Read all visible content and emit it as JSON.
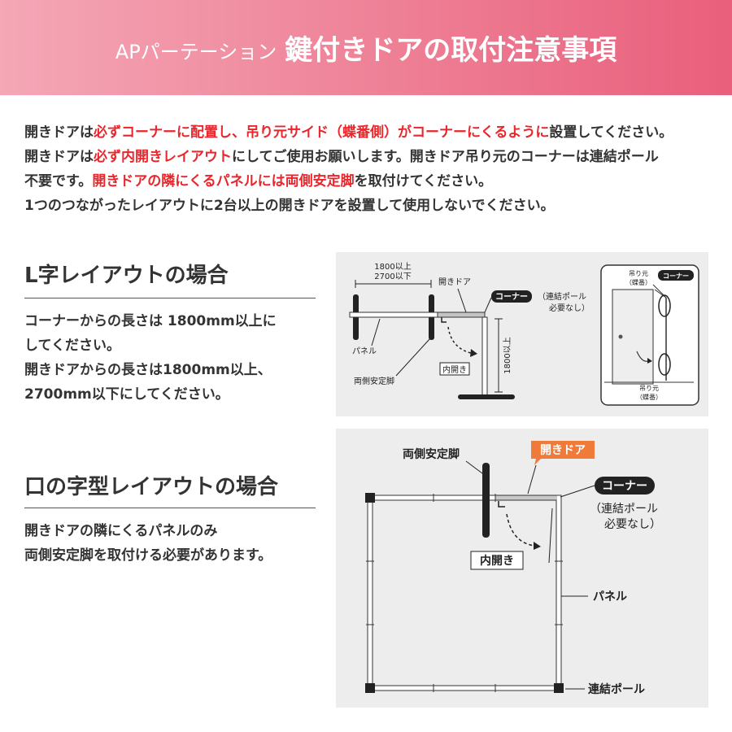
{
  "header": {
    "title_small": "APパーテーション",
    "title_large": "鍵付きドアの取付注意事項"
  },
  "intro": {
    "line1": {
      "a": "開きドアは",
      "b": "必ずコーナーに配置し、吊り元サイド（蝶番側）がコーナーにくるように",
      "c": "設置してください。"
    },
    "line2": {
      "a": "開きドアは",
      "b": "必ず内開きレイアウト",
      "c": "にしてご使用お願いします。開きドア吊り元のコーナーは連結ポール"
    },
    "line3": {
      "a": "不要です。",
      "b": "開きドアの隣にくるパネルには両側安定脚",
      "c": "を取付けてください。"
    },
    "line4": "1つのつながったレイアウトに2台以上の開きドアを設置して使用しないでください。"
  },
  "section_l": {
    "title": "L字レイアウトの場合",
    "lines": [
      "コーナーからの長さは 1800mm以上に",
      "してください。",
      "開きドアからの長さは1800mm以上、",
      "2700mm以下にしてください。"
    ]
  },
  "section_square": {
    "title": "口の字型レイアウトの場合",
    "lines": [
      "開きドアの隣にくるパネルのみ",
      "両側安定脚を取付ける必要があります。"
    ]
  },
  "diagram_l": {
    "dim_min": "1800以上",
    "dim_max": "2700以下",
    "door": "開きドア",
    "corner": "コーナー",
    "corner_note_1": "（連結ポール",
    "corner_note_2": "必要なし）",
    "panel": "パネル",
    "stabilizer": "両側安定脚",
    "inward": "内開き",
    "vertical_dim": "1800以上",
    "detail_hinge_top_1": "吊り元",
    "detail_hinge_top_2": "（蝶番）",
    "detail_corner": "コーナー",
    "detail_hinge_bottom_1": "吊り元",
    "detail_hinge_bottom_2": "（蝶番）"
  },
  "diagram_square": {
    "stabilizer": "両側安定脚",
    "door": "開きドア",
    "corner": "コーナー",
    "corner_note_1": "（連結ポール",
    "corner_note_2": "必要なし）",
    "inward": "内開き",
    "panel": "パネル",
    "pole": "連結ポール"
  },
  "colors": {
    "header_start": "#f4a7b6",
    "header_end": "#e95f7c",
    "accent_red": "#e8262b",
    "door_tag": "#f07a3a",
    "diagram_bg": "#ededed"
  }
}
